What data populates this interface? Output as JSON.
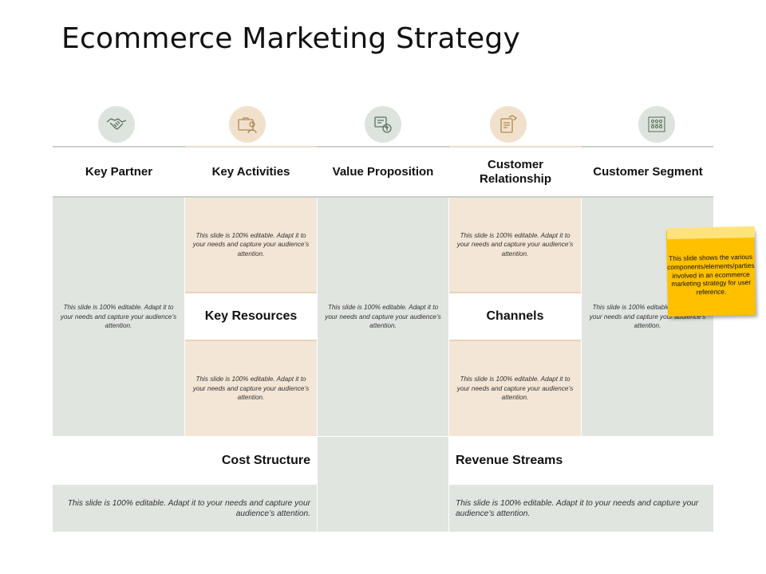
{
  "title": "Ecommerce Marketing Strategy",
  "icons": [
    "handshake-icon",
    "briefcase-person-icon",
    "money-cycle-icon",
    "document-handshake-icon",
    "people-grid-icon"
  ],
  "headers": {
    "key_partner": "Key Partner",
    "key_activities": "Key Activities",
    "value_proposition": "Value Proposition",
    "customer_relationship": "Customer Relationship",
    "customer_segment": "Customer Segment"
  },
  "labels": {
    "key_resources": "Key Resources",
    "channels": "Channels",
    "cost_structure": "Cost Structure",
    "revenue_streams": "Revenue Streams"
  },
  "placeholder": "This slide is 100% editable. Adapt it to your needs and capture your audience’s attention.",
  "wide_placeholder": {
    "cost": "This slide is 100% editable. Adapt it to your needs and capture your audience’s attention.",
    "revenue": "This slide is 100% editable. Adapt it to your needs and capture your audience’s attention."
  },
  "sticky_note": "This slide shows the various components/elements/parties involved in an ecommerce marketing strategy for user reference.",
  "colors": {
    "green": "#e0e5e0",
    "beige": "#f3e6d6",
    "sticky": "#ffc000"
  }
}
